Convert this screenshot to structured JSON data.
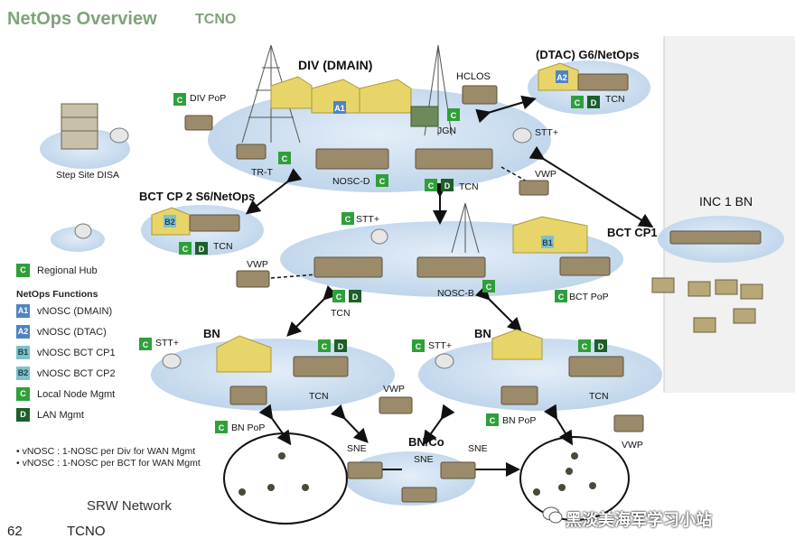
{
  "header": {
    "title": "NetOps Overview",
    "subtitle": "TCNO"
  },
  "footer": {
    "page": "62",
    "org": "TCNO"
  },
  "srw_label": "SRW Network",
  "watermark": "黑淡美海军学习小站",
  "node_labels": {
    "div": "DIV (DMAIN)",
    "div_pop": "DIV PoP",
    "hclos": "HCLOS",
    "dtac": "(DTAC) G6/NetOps",
    "step_site": "Step Site DISA",
    "trt": "TR-T",
    "jgn": "JGN",
    "nosc_d": "NOSC-D",
    "tcn": "TCN",
    "stt_plus": "STT+",
    "vwp": "VWP",
    "bct_cp2": "BCT CP 2 S6/NetOps",
    "bct_cp1": "BCT CP1",
    "inc1": "INC 1 BN",
    "nosc_b": "NOSC-B",
    "bct_pop": "BCT PoP",
    "bn": "BN",
    "bn_pop": "BN PoP",
    "sne": "SNE",
    "bnco": "BN/Co"
  },
  "box_letters": {
    "c": "C",
    "d": "D",
    "a1": "A1",
    "a2": "A2",
    "b1": "B1",
    "b2": "B2"
  },
  "legend": {
    "regional_hub": "Regional Hub",
    "functions_title": "NetOps Functions",
    "items": [
      {
        "code": "A1",
        "label": "vNOSC (DMAIN)",
        "kind": "a"
      },
      {
        "code": "A2",
        "label": "vNOSC (DTAC)",
        "kind": "a"
      },
      {
        "code": "B1",
        "label": "vNOSC BCT CP1",
        "kind": "b"
      },
      {
        "code": "B2",
        "label": "vNOSC BCT CP2",
        "kind": "b"
      },
      {
        "code": "C",
        "label": "Local Node Mgmt",
        "kind": "c"
      },
      {
        "code": "D",
        "label": "LAN Mgmt",
        "kind": "d"
      }
    ],
    "notes": [
      "• vNOSC : 1-NOSC per Div for WAN Mgmt",
      "• vNOSC : 1-NOSC per BCT for WAN Mgmt"
    ]
  },
  "colors": {
    "title": "#7fa37a",
    "ellipse": "#cfe2f3",
    "c_box": "#2f9f3a",
    "d_box": "#1c5f2a",
    "a_box": "#4f83c4",
    "b_box": "#7fc0c9",
    "tent": "#e8d56a",
    "vehicle": "#9b8b6a"
  }
}
